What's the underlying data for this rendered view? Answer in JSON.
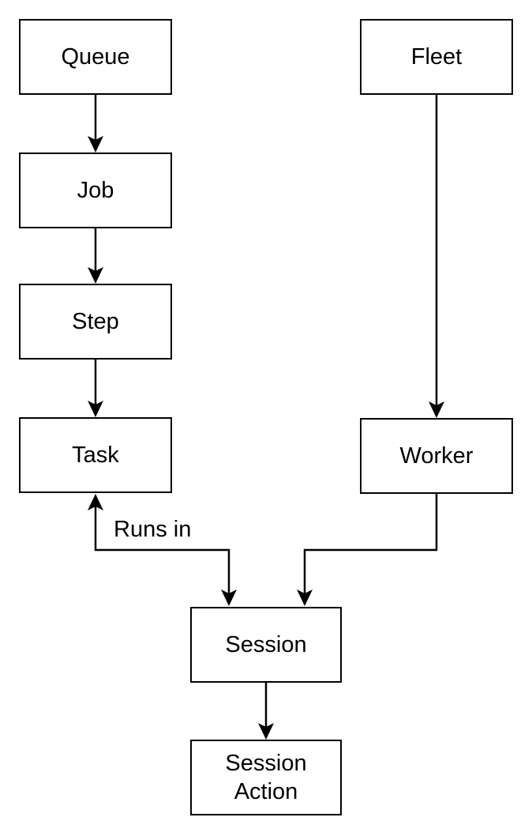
{
  "diagram": {
    "type": "flowchart",
    "background_color": "#ffffff",
    "node_fill_color": "#ffffff",
    "stroke_color": "#000000",
    "text_color": "#000000",
    "nodes": [
      {
        "id": "queue",
        "label": "Queue"
      },
      {
        "id": "job",
        "label": "Job"
      },
      {
        "id": "step",
        "label": "Step"
      },
      {
        "id": "task",
        "label": "Task"
      },
      {
        "id": "fleet",
        "label": "Fleet"
      },
      {
        "id": "worker",
        "label": "Worker"
      },
      {
        "id": "session",
        "label": "Session"
      },
      {
        "id": "session_action",
        "label": "Session Action"
      }
    ],
    "edges": [
      {
        "from": "queue",
        "to": "job",
        "label": ""
      },
      {
        "from": "job",
        "to": "step",
        "label": ""
      },
      {
        "from": "step",
        "to": "task",
        "label": ""
      },
      {
        "from": "fleet",
        "to": "worker",
        "label": ""
      },
      {
        "from": "session",
        "to": "task",
        "label": "Runs in",
        "bidirectional": true
      },
      {
        "from": "worker",
        "to": "session",
        "label": ""
      },
      {
        "from": "session",
        "to": "session_action",
        "label": ""
      }
    ]
  }
}
